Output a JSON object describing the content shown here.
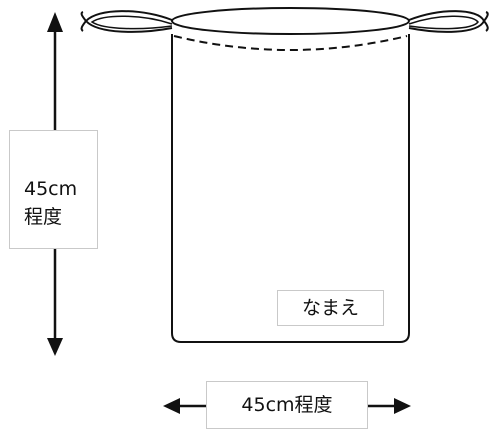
{
  "height_label": {
    "line1": "45cm",
    "line2": "程度"
  },
  "name_label": "なまえ",
  "width_label": "45cm程度",
  "colors": {
    "line": "#111111",
    "label_border": "#c9c9c9",
    "background": "#ffffff"
  },
  "icons": {
    "vertical_arrow": "double-headed-vertical-arrow",
    "horizontal_arrow_left": "left-arrow",
    "horizontal_arrow_right": "right-arrow",
    "drawstring_left": "drawstring-loop",
    "drawstring_right": "drawstring-loop"
  }
}
